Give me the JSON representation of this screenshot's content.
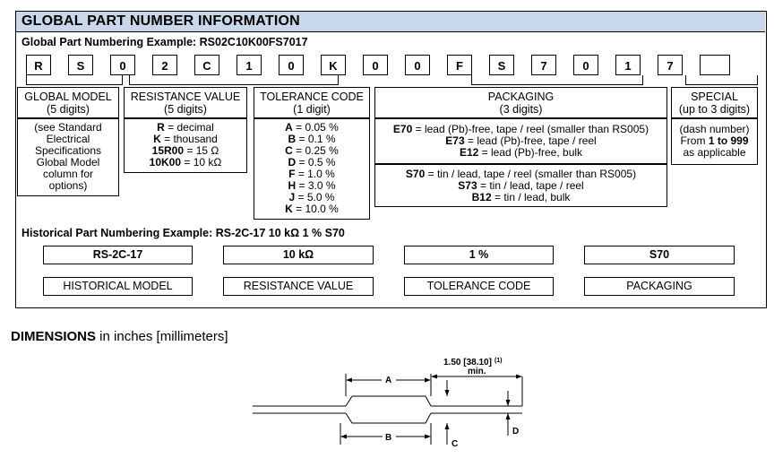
{
  "section_title": "GLOBAL PART NUMBER INFORMATION",
  "global_example": "Global Part Numbering Example: RS02C10K00FS7017",
  "code_chars": [
    "R",
    "S",
    "0",
    "2",
    "C",
    "1",
    "0",
    "K",
    "0",
    "0",
    "F",
    "S",
    "7",
    "0",
    "1",
    "7",
    ""
  ],
  "categories": {
    "global_model": {
      "title": "GLOBAL MODEL",
      "sub": "(5 digits)",
      "body": [
        "(see Standard",
        "Electrical",
        "Specifications",
        "Global Model",
        "column for",
        "options)"
      ]
    },
    "resistance": {
      "title": "RESISTANCE VALUE",
      "sub": "(5 digits)",
      "rows": [
        {
          "code": "R",
          "desc": " = decimal"
        },
        {
          "code": "K",
          "desc": " = thousand"
        },
        {
          "code": "15R00",
          "desc": " = 15 Ω"
        },
        {
          "code": "10K00",
          "desc": " = 10 kΩ"
        }
      ]
    },
    "tolerance": {
      "title": "TOLERANCE CODE",
      "sub": "(1 digit)",
      "rows": [
        {
          "code": "A",
          "desc": " = 0.05 %"
        },
        {
          "code": "B",
          "desc": " = 0.1 %"
        },
        {
          "code": "C",
          "desc": " = 0.25 %"
        },
        {
          "code": "D",
          "desc": " = 0.5 %"
        },
        {
          "code": "F",
          "desc": " = 1.0 %"
        },
        {
          "code": "H",
          "desc": " = 3.0 %"
        },
        {
          "code": "J",
          "desc": " = 5.0 %"
        },
        {
          "code": "K",
          "desc": " = 10.0 %"
        }
      ]
    },
    "packaging": {
      "title": "PACKAGING",
      "sub": "(3 digits)",
      "group1": [
        {
          "code": "E70",
          "desc": " = lead (Pb)-free, tape / reel (smaller than RS005)"
        },
        {
          "code": "E73",
          "desc": " = lead (Pb)-free, tape / reel"
        },
        {
          "code": "E12",
          "desc": " = lead (Pb)-free, bulk"
        }
      ],
      "group2": [
        {
          "code": "S70",
          "desc": " = tin / lead, tape / reel (smaller than RS005)"
        },
        {
          "code": "S73",
          "desc": " = tin / lead, tape / reel"
        },
        {
          "code": "B12",
          "desc": " = tin / lead, bulk"
        }
      ]
    },
    "special": {
      "title": "SPECIAL",
      "sub": "(up to 3 digits)",
      "body1": "(dash number)",
      "body2_pre": "From ",
      "body2_bold": "1 to 999",
      "body3": "as applicable"
    }
  },
  "historical": {
    "example": "Historical Part Numbering Example: RS-2C-17  10 kΩ  1 %  S70",
    "values": [
      "RS-2C-17",
      "10 kΩ",
      "1 %",
      "S70"
    ],
    "labels": [
      "HISTORICAL MODEL",
      "RESISTANCE VALUE",
      "TOLERANCE CODE",
      "PACKAGING"
    ]
  },
  "dimensions": {
    "title_bold": "DIMENSIONS",
    "title_rest": " in inches [millimeters]",
    "lead_length": "1.50 [38.10]",
    "lead_note": "(1)",
    "lead_min": "min.",
    "label_a": "A",
    "label_b": "B",
    "label_c": "C",
    "label_d": "D"
  }
}
